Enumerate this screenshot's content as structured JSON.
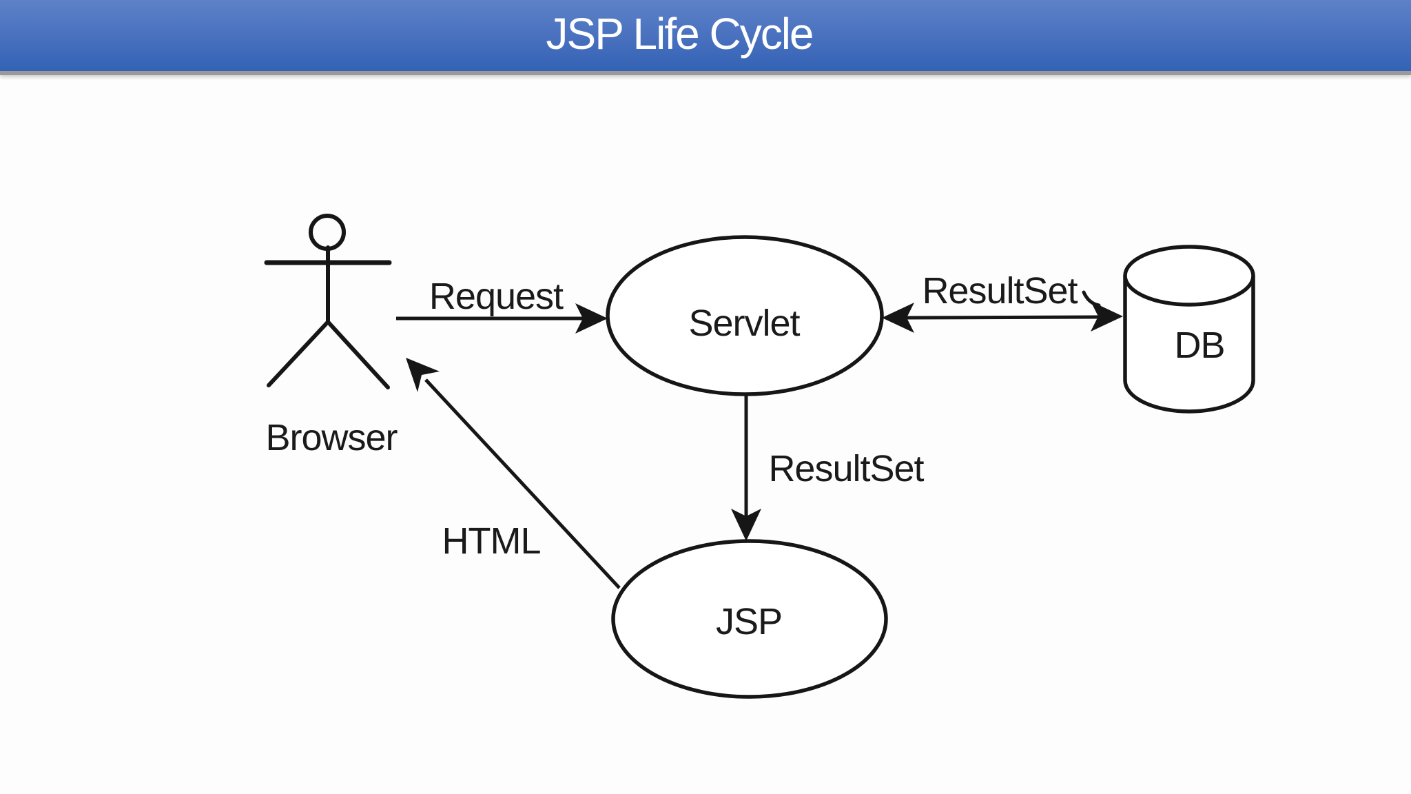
{
  "header": {
    "title": "JSP Life Cycle",
    "background_top_color": "#5e82c8",
    "background_bottom_color": "#3462b6",
    "separator_color": "#9a9a9a",
    "text_color": "#ffffff"
  },
  "diagram": {
    "type": "flow-diagram",
    "stroke_color": "#161616",
    "background_color": "#fdfdfd",
    "nodes": {
      "browser": {
        "label": "Browser",
        "shape": "stick-figure-actor"
      },
      "servlet": {
        "label": "Servlet",
        "shape": "ellipse"
      },
      "db": {
        "label": "DB",
        "shape": "database-cylinder"
      },
      "jsp": {
        "label": "JSP",
        "shape": "ellipse"
      }
    },
    "edges": [
      {
        "label": "Request",
        "from": "browser",
        "to": "servlet",
        "direction": "right"
      },
      {
        "label": "ResultSet",
        "from": "servlet",
        "to": "db",
        "direction": "both"
      },
      {
        "label": "ResultSet",
        "from": "servlet",
        "to": "jsp",
        "direction": "down"
      },
      {
        "label": "HTML",
        "from": "jsp",
        "to": "browser",
        "direction": "up-left"
      }
    ]
  }
}
